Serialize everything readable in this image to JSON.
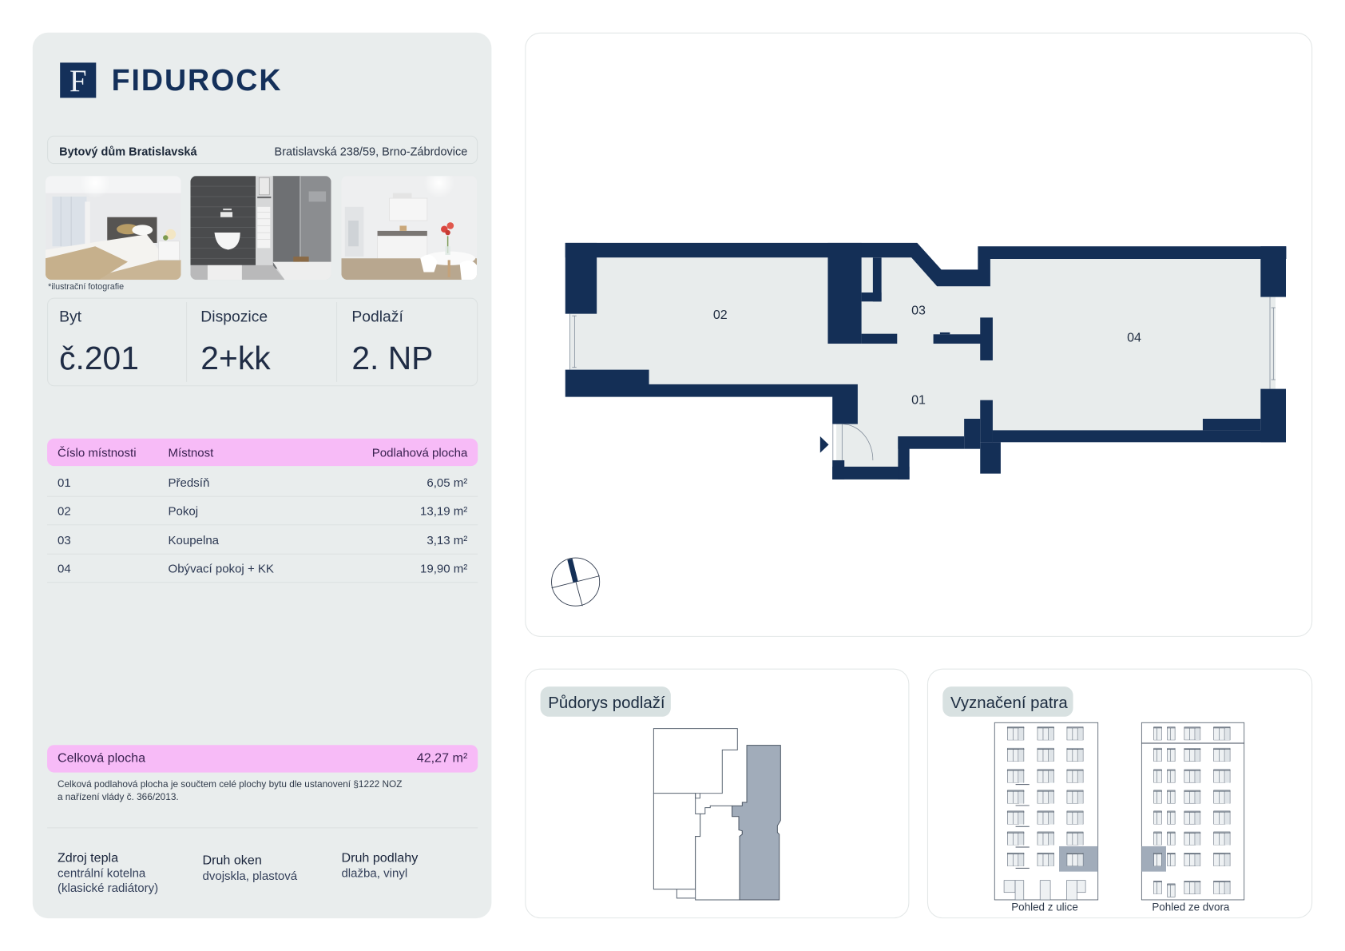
{
  "brand": {
    "name": "FIDUROCK",
    "logo_letter": "F",
    "color": "#14305a"
  },
  "building": {
    "name": "Bytový dům Bratislavská",
    "address": "Bratislavská 238/59, Brno-Zábrdovice"
  },
  "photos": [
    {
      "subject": "bedroom-photo"
    },
    {
      "subject": "bathroom-photo"
    },
    {
      "subject": "kitchen-living-photo"
    }
  ],
  "photo_caption": "*ilustrační fotografie",
  "stats": [
    {
      "label": "Byt",
      "value": "č.201"
    },
    {
      "label": "Dispozice",
      "value": "2+kk"
    },
    {
      "label": "Podlaží",
      "value": "2. NP"
    }
  ],
  "rooms": {
    "headers": [
      "Číslo místnosti",
      "Místnost",
      "Podlahová plocha"
    ],
    "rows": [
      {
        "no": "01",
        "name": "Předsíň",
        "area": "6,05 m²"
      },
      {
        "no": "02",
        "name": "Pokoj",
        "area": "13,19 m²"
      },
      {
        "no": "03",
        "name": "Koupelna",
        "area": "3,13 m²"
      },
      {
        "no": "04",
        "name": "Obývací pokoj + KK",
        "area": "19,90 m²"
      }
    ]
  },
  "total": {
    "label": "Celková plocha",
    "value": "42,27 m²"
  },
  "note": [
    "Celková podlahová plocha je součtem celé plochy bytu dle ustanovení §1222 NOZ",
    "a nařízení vlády č. 366/2013."
  ],
  "specs": [
    {
      "label": "Zdroj tepla",
      "lines": [
        "centrální kotelna",
        "(klasické radiátory)"
      ]
    },
    {
      "label": "Druh oken",
      "lines": [
        "dvojskla, plastová"
      ]
    },
    {
      "label": "Druh podlahy",
      "lines": [
        "dlažba, vinyl"
      ]
    }
  ],
  "floorplan": {
    "room_labels": [
      "02",
      "03",
      "01",
      "04"
    ],
    "wall_color": "#142f56",
    "floor_color": "#e8ecec",
    "compass_icon": "north-arrow-icon",
    "entrance_icon": "entrance-arrow-icon"
  },
  "floor_overview": {
    "title": "Půdorys podlaží",
    "highlight_color": "#a1acba"
  },
  "floor_marking": {
    "title": "Vyznačení patra",
    "views": [
      {
        "caption": "Pohled z ulice"
      },
      {
        "caption": "Pohled ze dvora"
      }
    ],
    "highlight_color": "#a1acba"
  },
  "colors": {
    "panel_bg": "#e9eded",
    "pink": "#f7bbf7",
    "navy": "#14305a",
    "tag_bg": "#d8e1e1"
  }
}
